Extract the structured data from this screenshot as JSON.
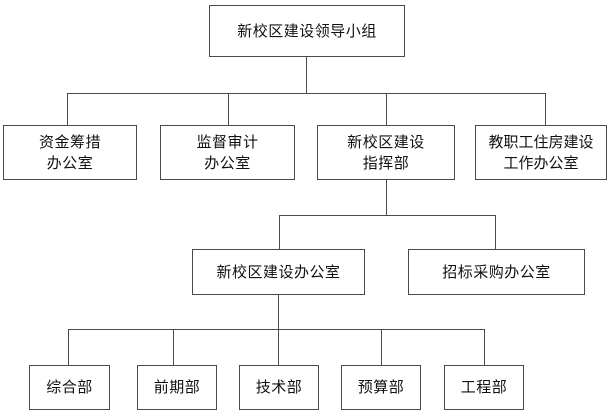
{
  "diagram": {
    "title_node": {
      "label": "新校区建设领导小组"
    },
    "level2": [
      {
        "label": "资金筹措\n办公室"
      },
      {
        "label": "监督审计\n办公室"
      },
      {
        "label": "新校区建设\n指挥部"
      },
      {
        "label": "教职工住房建设\n工作办公室"
      }
    ],
    "level3": [
      {
        "label": "新校区建设办公室"
      },
      {
        "label": "招标采购办公室"
      }
    ],
    "level4": [
      {
        "label": "综合部"
      },
      {
        "label": "前期部"
      },
      {
        "label": "技术部"
      },
      {
        "label": "预算部"
      },
      {
        "label": "工程部"
      }
    ],
    "colors": {
      "border": "#4a4a4a",
      "background": "#ffffff",
      "text": "#111111"
    }
  }
}
